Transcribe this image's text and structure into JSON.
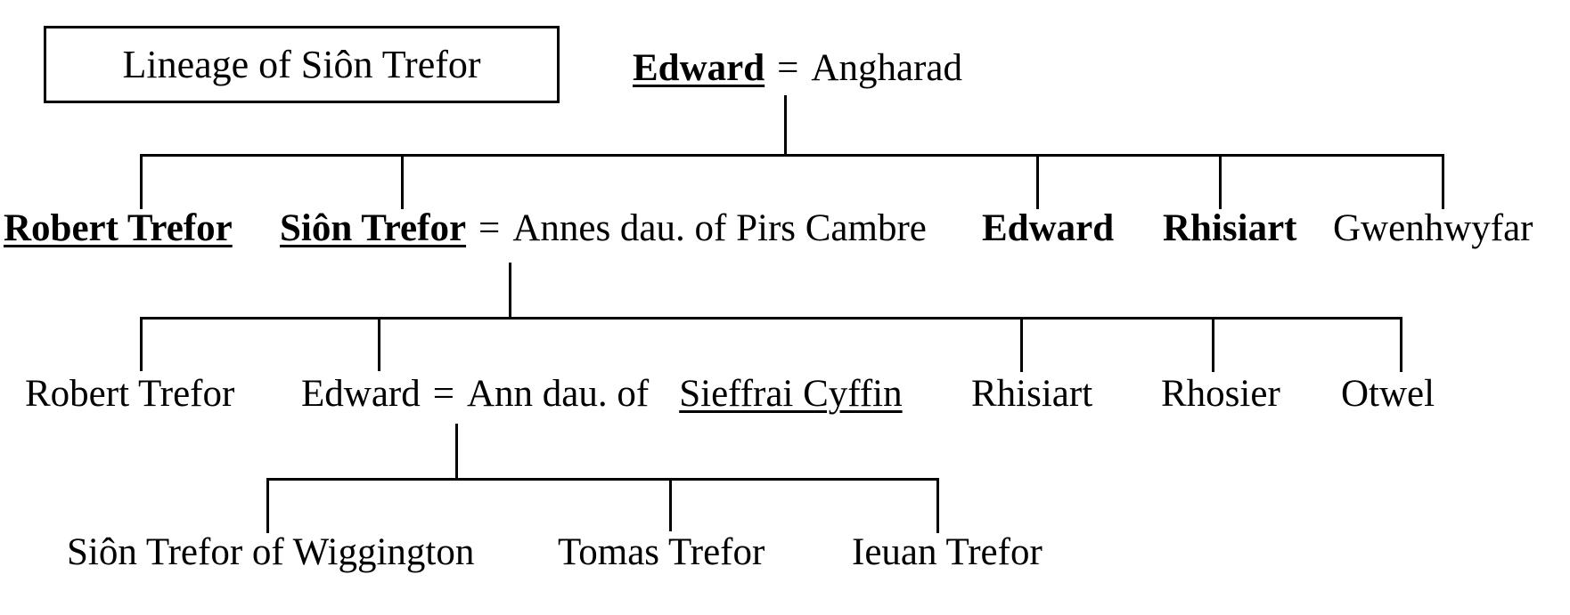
{
  "colors": {
    "ink": "#000000",
    "paper": "#ffffff"
  },
  "title": "Lineage of Siôn Trefor",
  "gen1": {
    "husband": "Edward",
    "eq": "=",
    "wife": "Angharad"
  },
  "gen2": {
    "robert": "Robert Trefor",
    "sion": "Siôn Trefor",
    "eq": "=",
    "sion_spouse": "Annes dau. of Pirs Cambre",
    "edward": "Edward",
    "rhisiart": "Rhisiart",
    "gwenhwyfar": "Gwenhwyfar"
  },
  "gen3": {
    "robert": "Robert Trefor",
    "edward": "Edward",
    "eq": "=",
    "edward_spouse": "Ann dau. of",
    "spouse_father": "Sieffrai Cyffin",
    "rhisiart": "Rhisiart",
    "rhosier": "Rhosier",
    "otwel": "Otwel"
  },
  "gen4": {
    "sion_of_wiggington": "Siôn Trefor of Wiggington",
    "tomas": "Tomas Trefor",
    "ieuan": "Ieuan Trefor"
  }
}
